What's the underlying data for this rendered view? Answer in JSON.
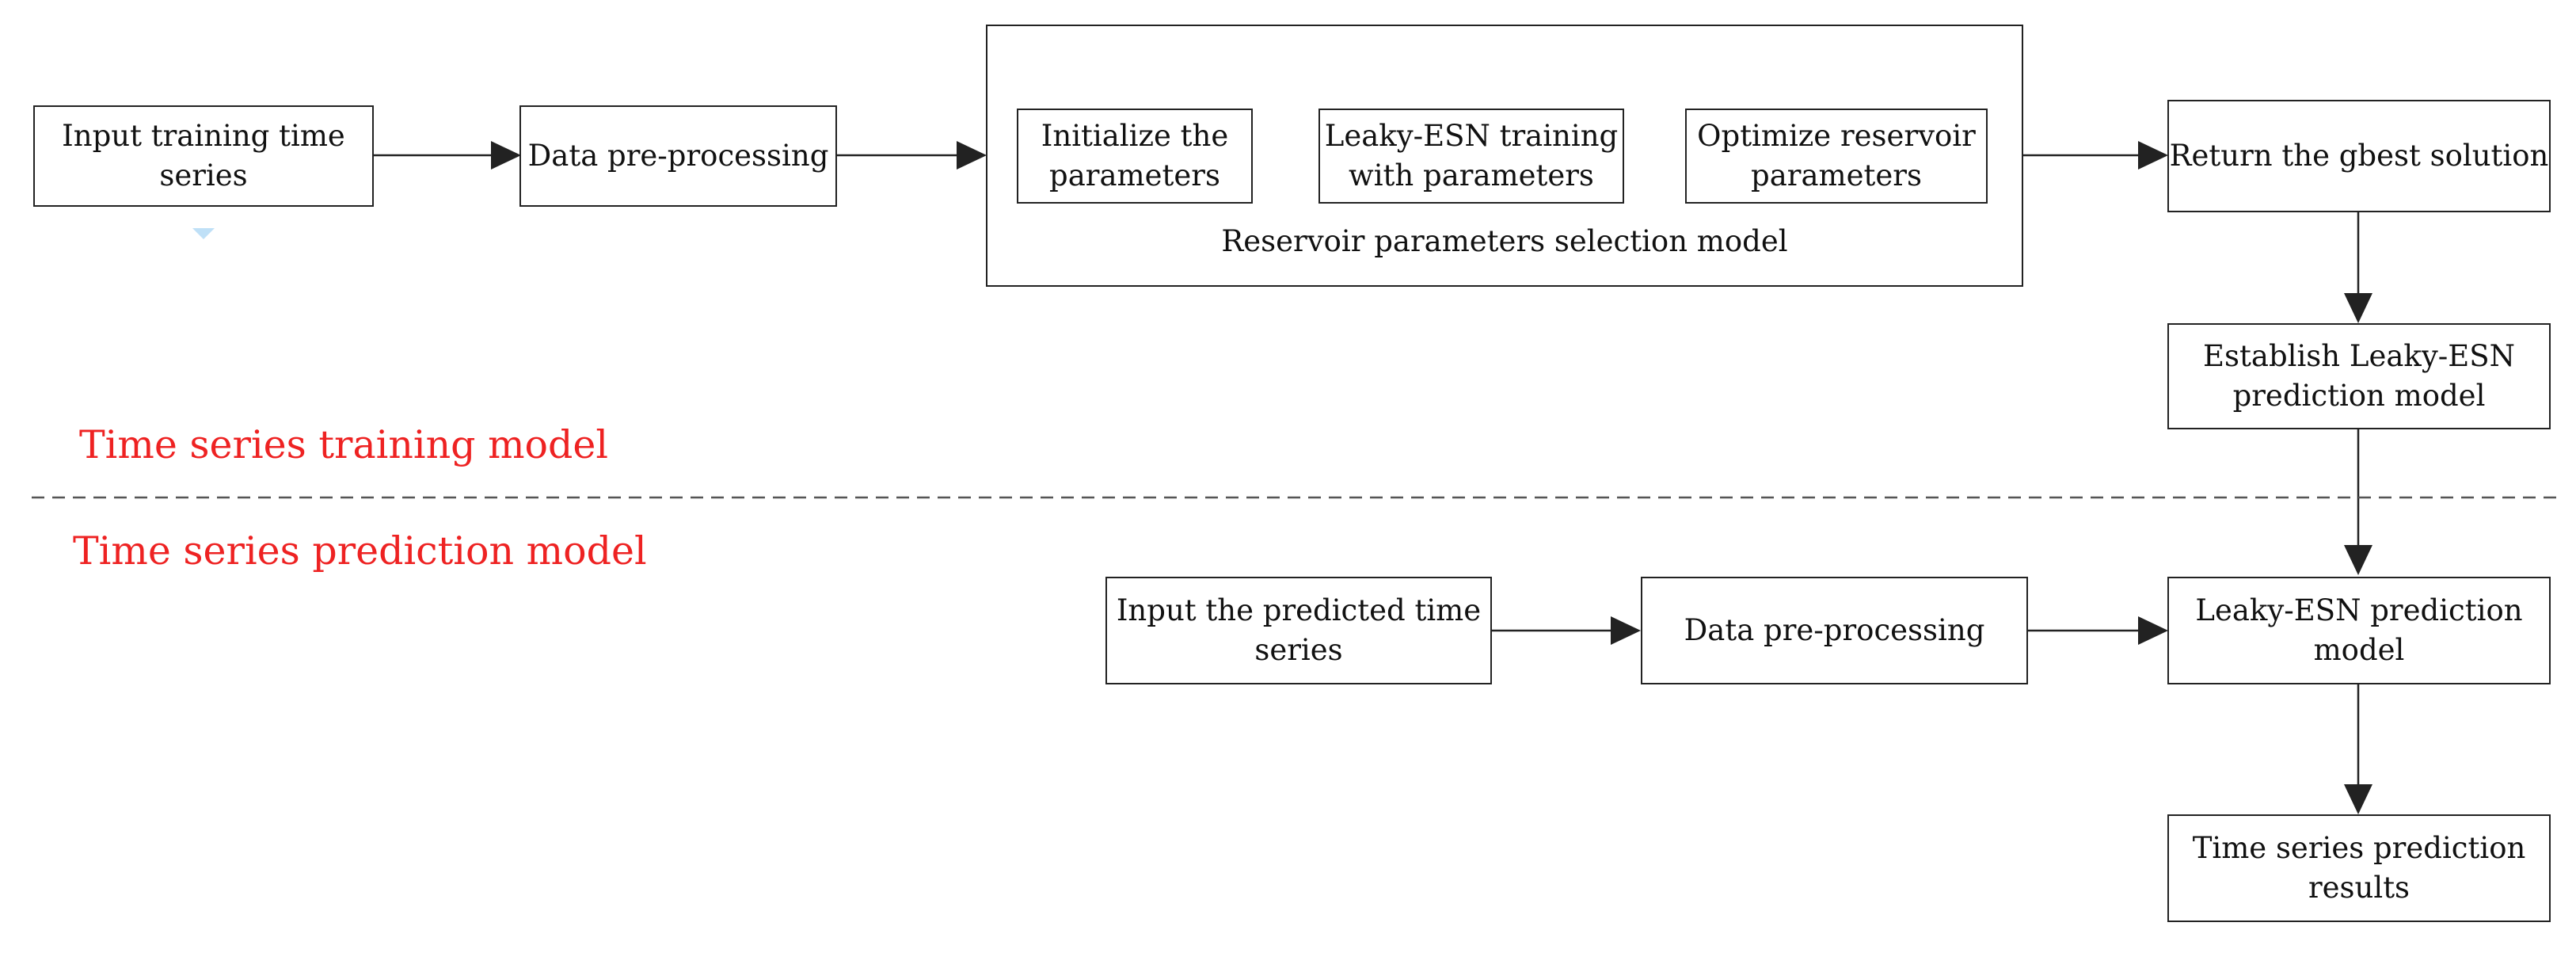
{
  "nodes": {
    "input_training": "Input training time\nseries",
    "preprocess_train": "Data pre-processing",
    "init_params": "Initialize the\nparameters",
    "esn_training": "Leaky-ESN training\nwith parameters",
    "optimize_reservoir": "Optimize reservoir\nparameters",
    "return_gbest": "Return the gbest solution",
    "establish_model": "Establish Leaky-ESN\nprediction model",
    "input_predicted": "Input the predicted time\nseries",
    "preprocess_predict": "Data pre-processing",
    "esn_prediction": "Leaky-ESN prediction\nmodel",
    "prediction_results": "Time series prediction\nresults"
  },
  "groups": {
    "reservoir_selection": "Reservoir parameters selection model"
  },
  "sections": {
    "training": "Time series training model",
    "prediction": "Time series prediction model"
  },
  "colors": {
    "section_label": "#ee2222",
    "line": "#222222",
    "marker": "#bfe0f7"
  }
}
